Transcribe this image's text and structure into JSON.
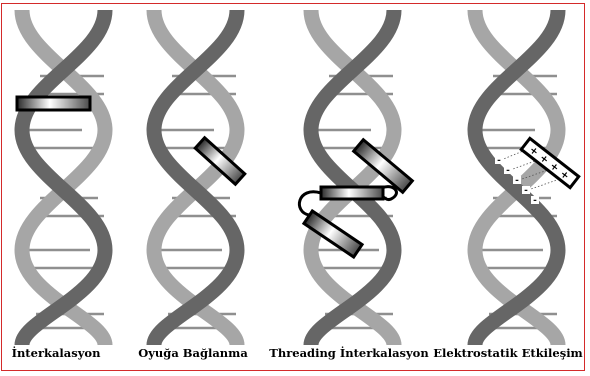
{
  "colors": {
    "frame": "#d42a2a",
    "strand_dark": "#666666",
    "strand_light": "#a6a6a6",
    "base_pair": "#8f8f8f",
    "ligand_outline": "#000000"
  },
  "panels": [
    {
      "label": "İnterkalasyon",
      "mode": "intercalation",
      "icon": "drug-ligand-icon"
    },
    {
      "label": "Oyuğa Bağlanma",
      "mode": "groove-binding",
      "icon": "drug-ligand-icon"
    },
    {
      "label": "Threading İnterkalasyon",
      "mode": "threading-intercalation",
      "icon": "drug-ligand-icon"
    },
    {
      "label": "Elektrostatik Etkileşim",
      "mode": "electrostatic",
      "icon": "charged-ligand-icon"
    }
  ],
  "charges": {
    "ligand_sign": "+",
    "dna_sign": "-"
  }
}
